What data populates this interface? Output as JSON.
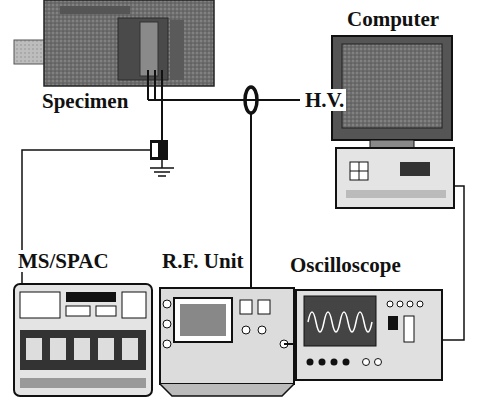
{
  "diagram": {
    "labels": [
      "Computer",
      "Specimen",
      "H.V.",
      "MS/SPAC",
      "R.F. Unit",
      "Oscilloscope"
    ]
  }
}
